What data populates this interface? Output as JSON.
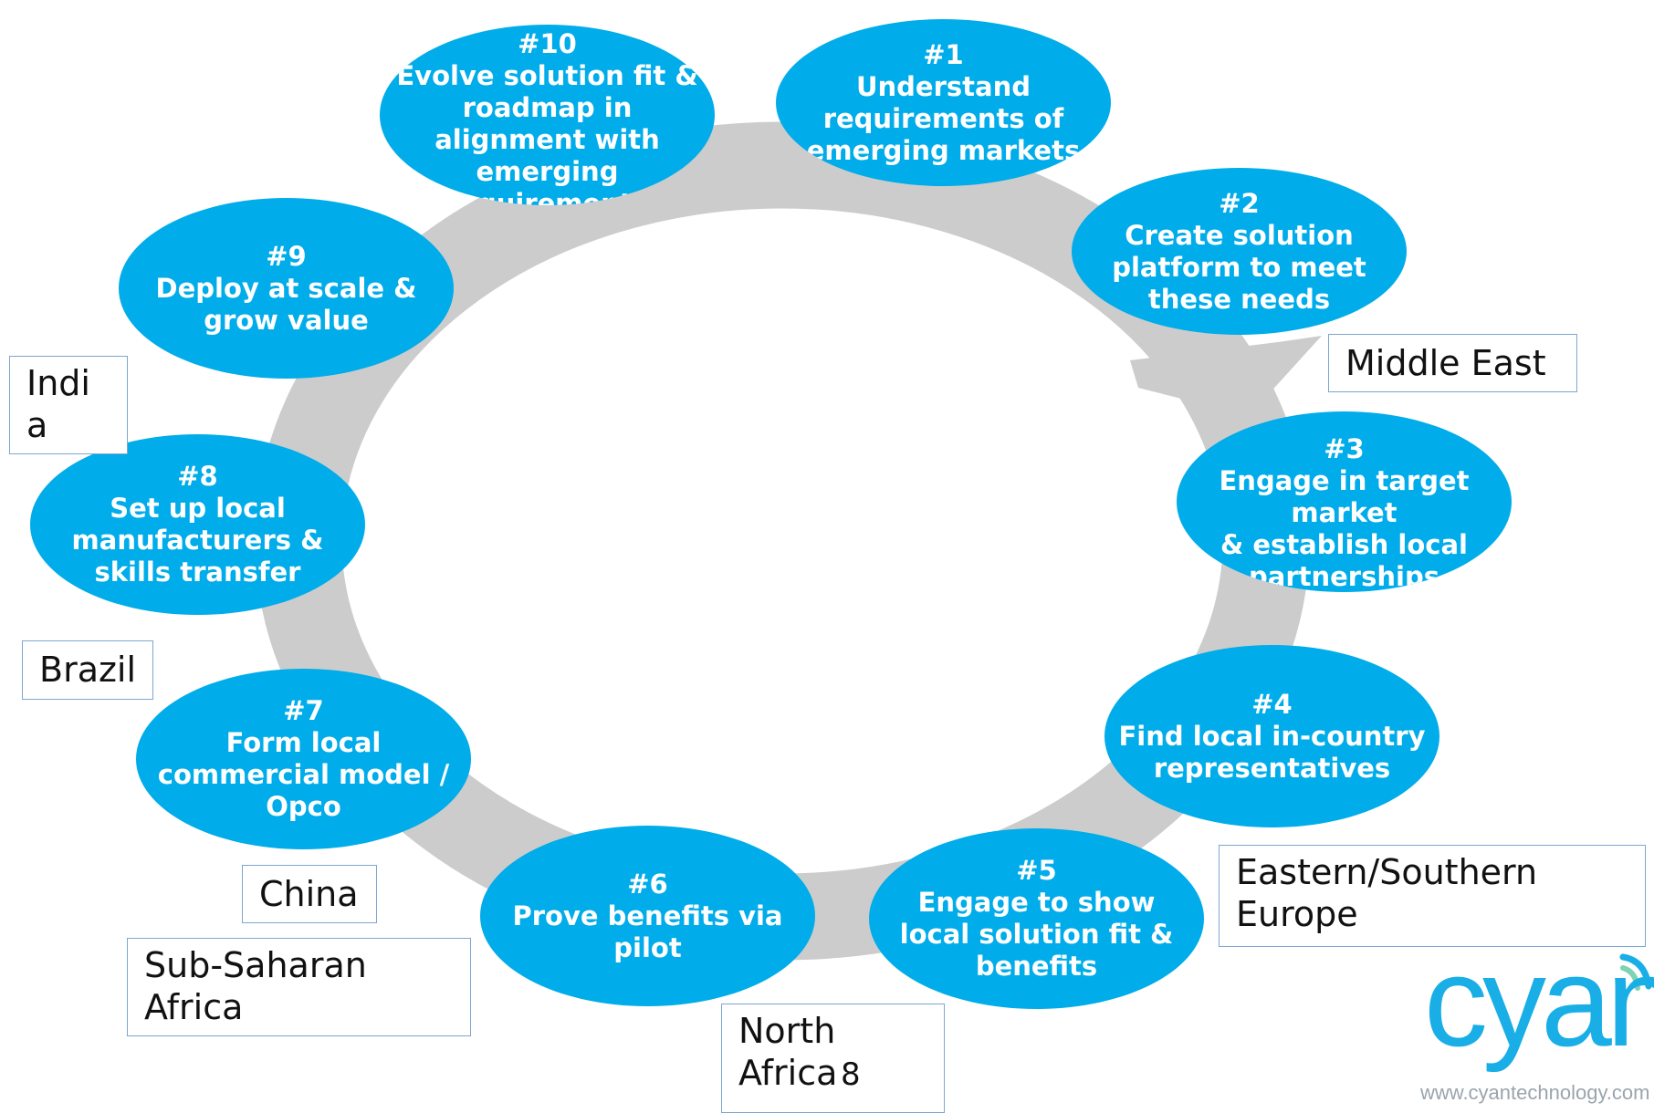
{
  "steps": [
    {
      "id": "step-1",
      "number": "#1",
      "text": "Understand\nrequirements of\nemerging markets"
    },
    {
      "id": "step-2",
      "number": "#2",
      "text": "Create solution\nplatform to meet\nthese needs"
    },
    {
      "id": "step-3",
      "number": "#3",
      "text": "Engage in target\nmarket\n& establish local\npartnerships"
    },
    {
      "id": "step-4",
      "number": "#4",
      "text": "Find local in-country\nrepresentatives"
    },
    {
      "id": "step-5",
      "number": "#5",
      "text": "Engage to show\nlocal solution fit &\nbenefits"
    },
    {
      "id": "step-6",
      "number": "#6",
      "text": "Prove benefits via\npilot"
    },
    {
      "id": "step-7",
      "number": "#7",
      "text": "Form local\ncommercial model /\nOpco"
    },
    {
      "id": "step-8",
      "number": "#8",
      "text": "Set up local\nmanufacturers &\nskills transfer"
    },
    {
      "id": "step-9",
      "number": "#9",
      "text": "Deploy at scale &\ngrow value"
    },
    {
      "id": "step-10",
      "number": "#10",
      "text": "Evolve solution fit &\nroadmap in\nalignment with\nemerging\nrequirements"
    }
  ],
  "regions": [
    {
      "id": "middle-east",
      "label": "Middle East"
    },
    {
      "id": "india",
      "label": "Indi\na"
    },
    {
      "id": "brazil",
      "label": "Brazil"
    },
    {
      "id": "china",
      "label": "China"
    },
    {
      "id": "sub-saharan-africa",
      "label": "Sub-Saharan\nAfrica"
    },
    {
      "id": "north-africa",
      "label": "North\nAfrica"
    },
    {
      "id": "eastern-southern-europe",
      "label": "Eastern/Southern\nEurope"
    }
  ],
  "page_number": "8",
  "logo": {
    "word": "cyan",
    "url": "www.cyantechnology.com"
  },
  "colors": {
    "ellipse": "#00ace9",
    "ring": "#cccccc",
    "logo": "#19aee6",
    "box_border": "#7fa6cf"
  }
}
